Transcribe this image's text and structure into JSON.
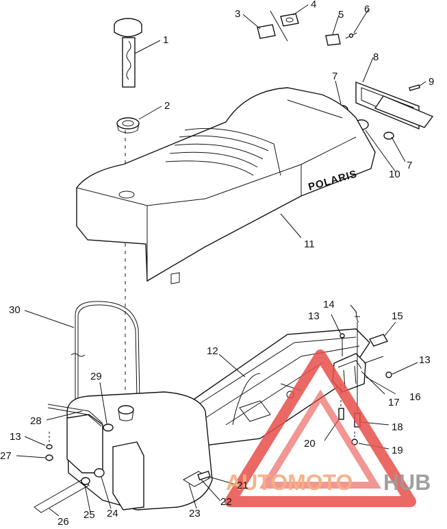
{
  "brand_on_seat": "POLARIS",
  "callouts": [
    "1",
    "2",
    "3",
    "4",
    "5",
    "6",
    "7",
    "8",
    "9",
    "7",
    "10",
    "11",
    "30",
    "14",
    "13",
    "15",
    "12",
    "13",
    "29",
    "17",
    "16",
    "28",
    "18",
    "13",
    "20",
    "19",
    "27",
    "21",
    "22",
    "23",
    "24",
    "25",
    "26"
  ],
  "watermark": {
    "part1": "AUTOMOTO",
    "part2": "HUB",
    "color_part1": "#f5a06e",
    "color_part2": "#8a8a8a",
    "triangle_color": "#e8504a"
  }
}
